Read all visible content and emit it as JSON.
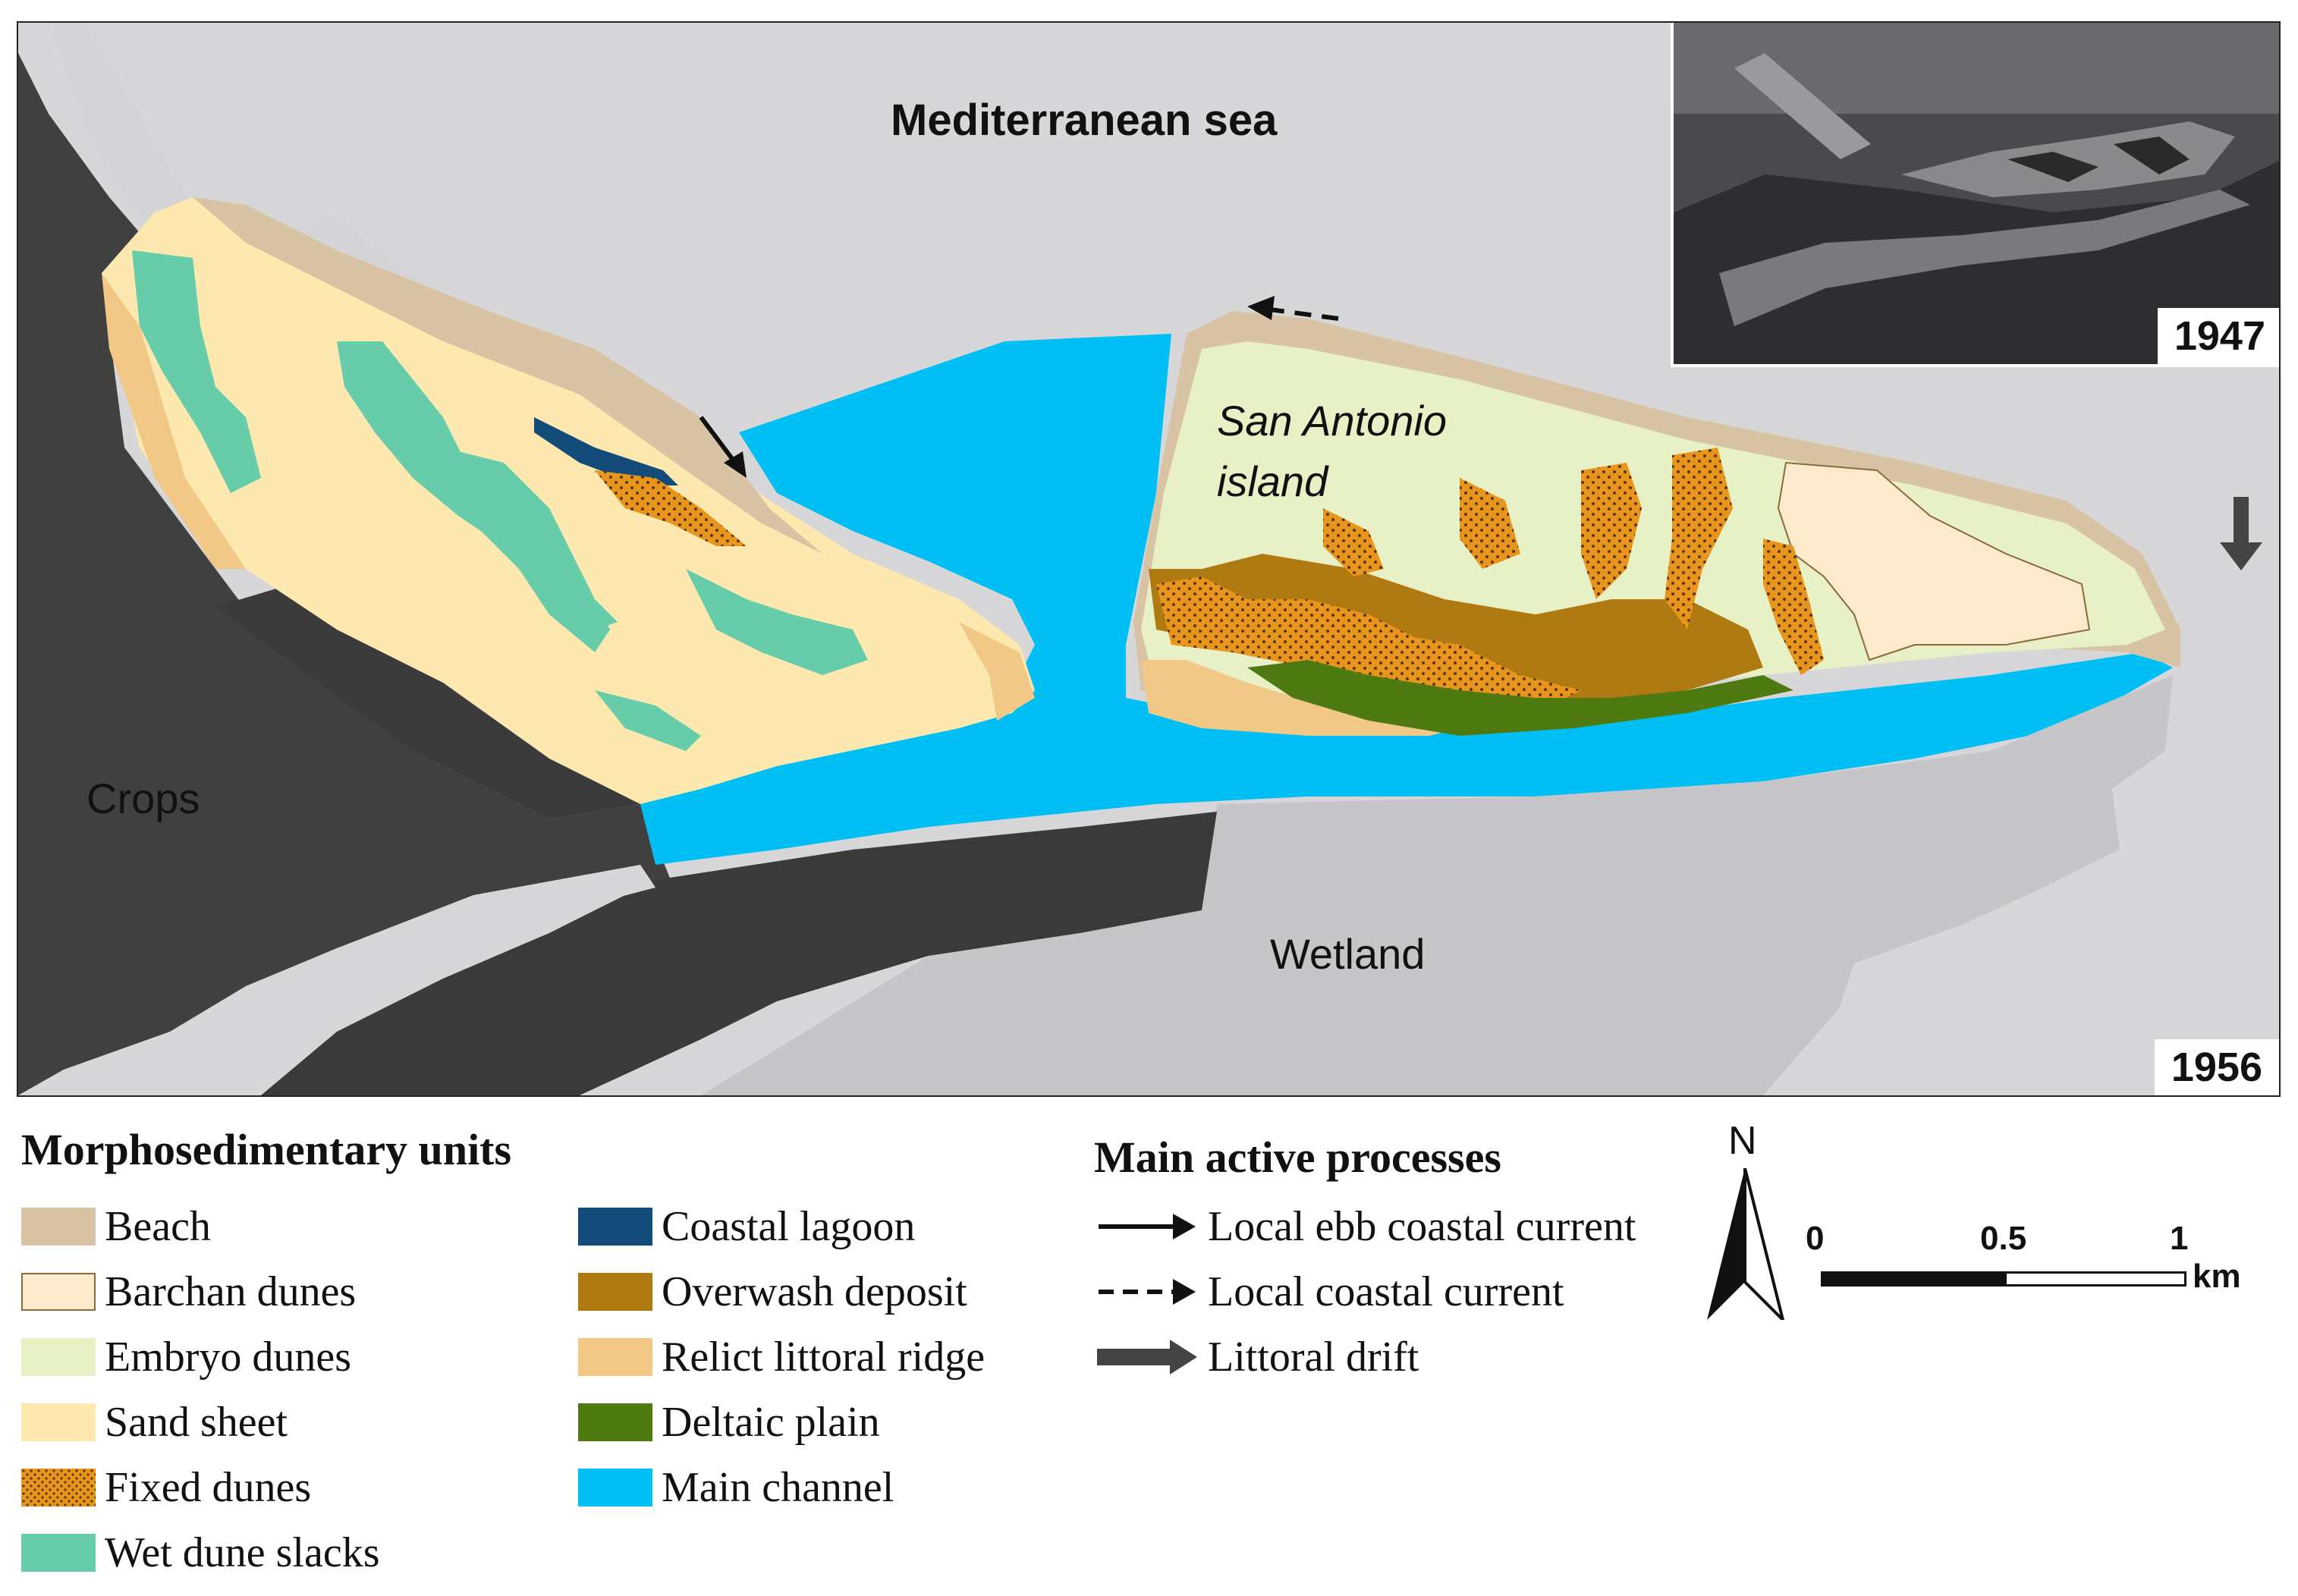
{
  "map": {
    "sea_label": "Mediterranean sea",
    "island_label_line1": "San Antonio",
    "island_label_line2": "island",
    "crops_label": "Crops",
    "wetland_label": "Wetland",
    "year_main": "1956",
    "year_inset": "1947"
  },
  "legend": {
    "units_heading": "Morphosedimentary units",
    "units": [
      {
        "label": "Beach",
        "color": "#d8c4a4",
        "pattern": "solid"
      },
      {
        "label": "Barchan dunes",
        "color": "#fde9cb",
        "pattern": "outlined"
      },
      {
        "label": "Embryo dunes",
        "color": "#e8f0c6",
        "pattern": "solid"
      },
      {
        "label": "Sand sheet",
        "color": "#fde8b0",
        "pattern": "solid"
      },
      {
        "label": "Fixed dunes",
        "color": "#e8951c",
        "pattern": "dotted"
      },
      {
        "label": "Wet dune slacks",
        "color": "#66ccaa",
        "pattern": "solid"
      },
      {
        "label": "Coastal lagoon",
        "color": "#134b7a",
        "pattern": "solid"
      },
      {
        "label": "Overwash deposit",
        "color": "#b07a12",
        "pattern": "solid"
      },
      {
        "label": "Relict littoral ridge",
        "color": "#f2c887",
        "pattern": "solid"
      },
      {
        "label": "Deltaic plain",
        "color": "#4f7a12",
        "pattern": "solid"
      },
      {
        "label": "Main channel",
        "color": "#00bff4",
        "pattern": "solid"
      }
    ],
    "processes_heading": "Main active processes",
    "processes": [
      {
        "label": "Local ebb coastal current",
        "symbol": "solid-arrow"
      },
      {
        "label": "Local coastal current",
        "symbol": "dashed-arrow"
      },
      {
        "label": "Littoral drift",
        "symbol": "thick-grey-arrow"
      }
    ]
  },
  "north_arrow": {
    "label": "N"
  },
  "scale": {
    "ticks": [
      "0",
      "0.5",
      "1"
    ],
    "unit": "km"
  }
}
